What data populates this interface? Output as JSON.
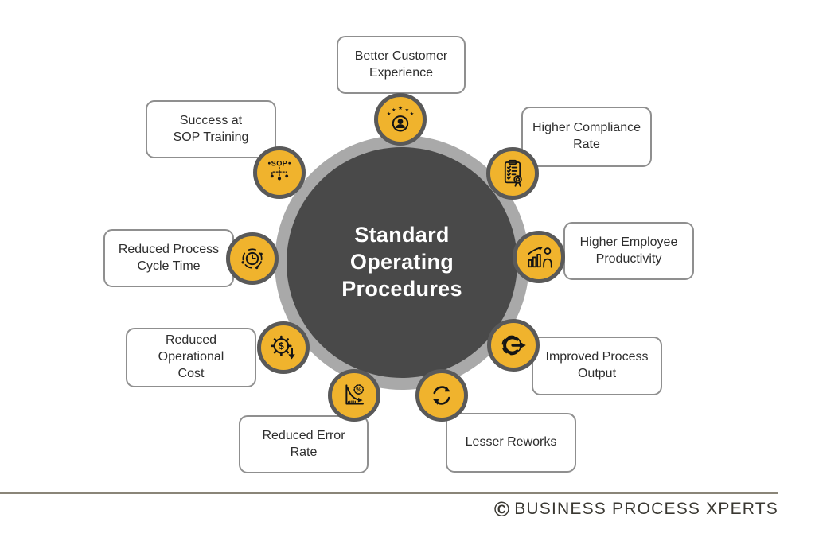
{
  "center": {
    "title": "Standard Operating Procedures"
  },
  "items": [
    {
      "label": "Better Customer Experience",
      "icon": "customer-rating-icon"
    },
    {
      "label": "Higher Compliance Rate",
      "icon": "compliance-checklist-icon"
    },
    {
      "label": "Higher Employee Productivity",
      "icon": "productivity-growth-icon"
    },
    {
      "label": "Improved Process Output",
      "icon": "process-output-gear-icon"
    },
    {
      "label": "Lesser Reworks",
      "icon": "rework-sync-arrows-icon"
    },
    {
      "label": "Reduced Error Rate",
      "icon": "error-rate-decline-icon"
    },
    {
      "label": "Reduced Operational Cost",
      "icon": "cost-reduction-gear-icon"
    },
    {
      "label": "Reduced Process Cycle Time",
      "icon": "cycle-time-clock-icon"
    },
    {
      "label": "Success at SOP Training",
      "icon": "sop-hierarchy-icon"
    }
  ],
  "footer": {
    "copyright_symbol": "©",
    "brand": "BUSINESS PROCESS XPERTS"
  },
  "colors": {
    "background": "#ffffff",
    "hub_fill": "#494949",
    "hub_ring": "#a9a9a9",
    "node_fill": "#f0b32d",
    "node_ring": "#595959",
    "icon_stroke": "#151515",
    "box_border": "#8f8f8f",
    "box_text": "#2e2e2e",
    "title_text": "#ffffff",
    "footer_line": "#8a8578",
    "footer_text": "#3a3832"
  }
}
